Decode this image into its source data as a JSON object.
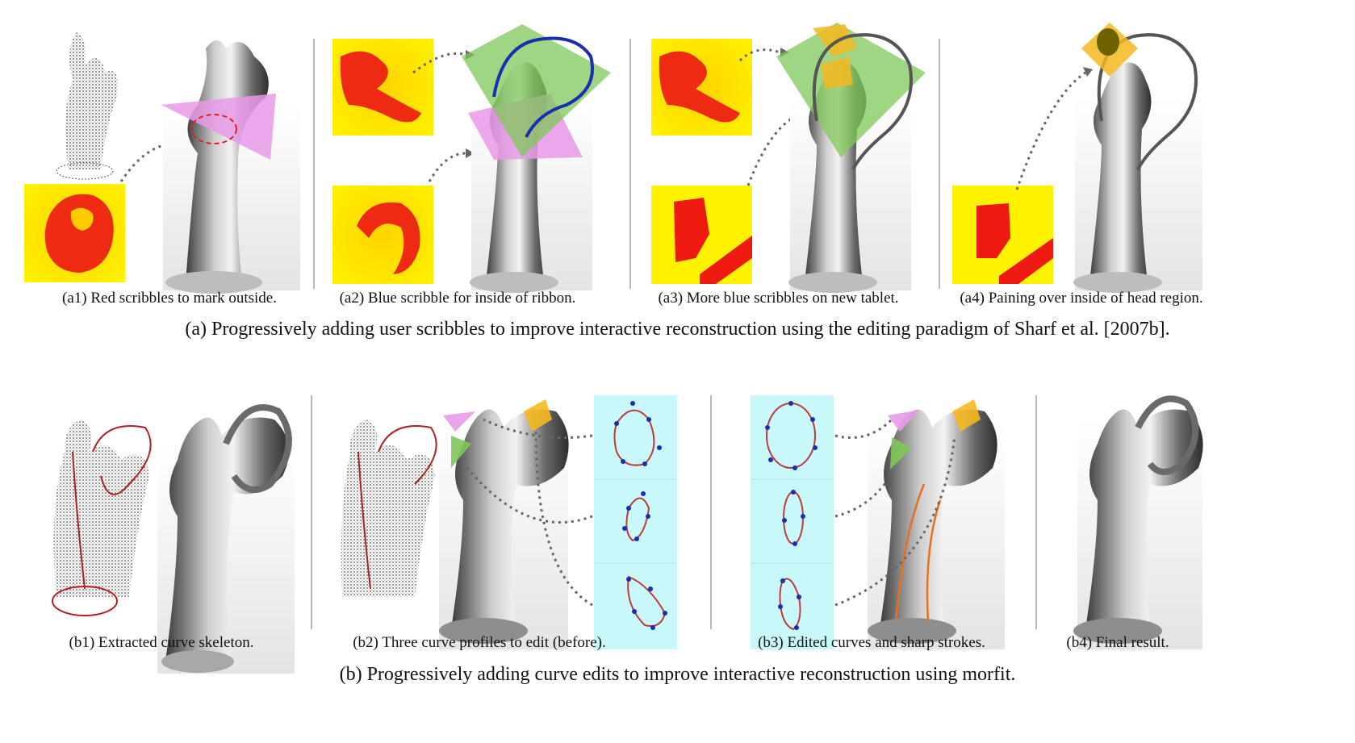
{
  "figure_a": {
    "caption": "(a) Progressively adding user scribbles to improve interactive reconstruction using the editing paradigm of Sharf et al. [2007b].",
    "panels": [
      {
        "caption": "(a1) Red scribbles to mark outside."
      },
      {
        "caption": "(a2) Blue scribble for inside of ribbon."
      },
      {
        "caption": "(a3) More blue scribbles on new tablet."
      },
      {
        "caption": "(a4) Paining over inside of head region."
      }
    ]
  },
  "figure_b": {
    "caption": "(b) Progressively adding curve edits to improve interactive reconstruction using morfit.",
    "panels": [
      {
        "caption": "(b1) Extracted curve skeleton."
      },
      {
        "caption": "(b2) Three curve profiles to edit (before)."
      },
      {
        "caption": "(b3) Edited curves and sharp strokes."
      },
      {
        "caption": "(b4) Final result."
      }
    ]
  },
  "colors": {
    "tablet_yellow": "#ffe600",
    "scribble_red": "#ee1a10",
    "ribbon_blue": "#1a2fb0",
    "pink_plane": "#e79ae8",
    "green_plane": "#7fc85a",
    "orange_plane": "#f5b820",
    "profile_cyan": "#c9f8fa",
    "curve_red": "#c0393b",
    "sharp_stroke": "#e8701a",
    "metal_dark": "#4a4a4a",
    "metal_light": "#d9d9d9"
  }
}
